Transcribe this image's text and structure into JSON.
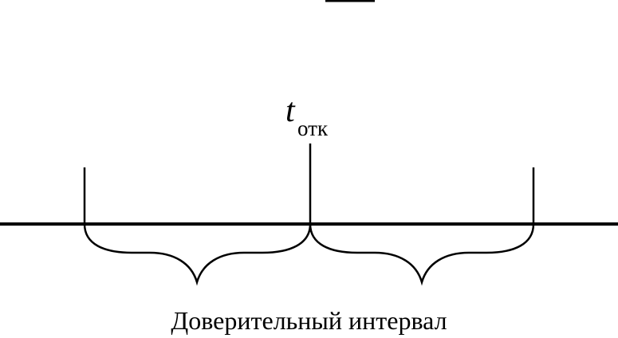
{
  "diagram": {
    "symbol": "t",
    "subscript": "отк",
    "caption": "Доверительный интервал",
    "line_color": "#000000",
    "background": "#ffffff"
  }
}
